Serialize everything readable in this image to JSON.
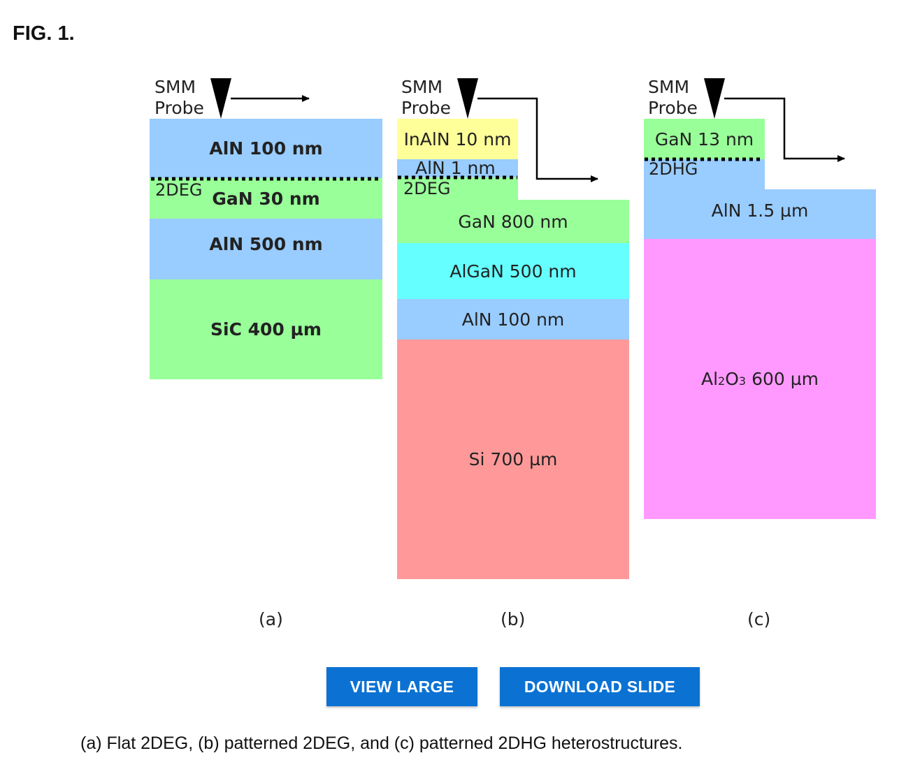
{
  "figure": {
    "label": "FIG. 1.",
    "caption": "(a) Flat 2DEG, (b) patterned 2DEG, and (c) patterned 2DHG heterostructures.",
    "buttons": {
      "view_large": "VIEW LARGE",
      "download_slide": "DOWNLOAD SLIDE"
    },
    "probe_label_line1": "SMM",
    "probe_label_line2": "Probe",
    "colors": {
      "aln": "#99ccff",
      "gan": "#99ff99",
      "sic": "#99ff99",
      "inaln": "#ffff99",
      "algan": "#66ffff",
      "si": "#ff9999",
      "al2o3": "#ff99ff",
      "button": "#0b72d3"
    },
    "panels": {
      "a": {
        "label": "(a)",
        "layers": [
          "AlN  100 nm",
          "GaN 30 nm",
          "AlN  500 nm",
          "SiC 400 µm"
        ],
        "gas_label": "2DEG"
      },
      "b": {
        "label": "(b)",
        "layers": [
          "InAlN 10 nm",
          "AlN 1 nm",
          "GaN 800 nm",
          "AlGaN 500 nm",
          "AlN 100 nm",
          "Si 700 µm"
        ],
        "gas_label": "2DEG"
      },
      "c": {
        "label": "(c)",
        "layers": [
          "GaN 13 nm",
          "AlN  1.5 µm",
          "600 µm"
        ],
        "al2o3_base": "Al",
        "al2o3_sub1": "2",
        "al2o3_mid": "O",
        "al2o3_sub2": "3",
        "gas_label": "2DHG"
      }
    }
  }
}
